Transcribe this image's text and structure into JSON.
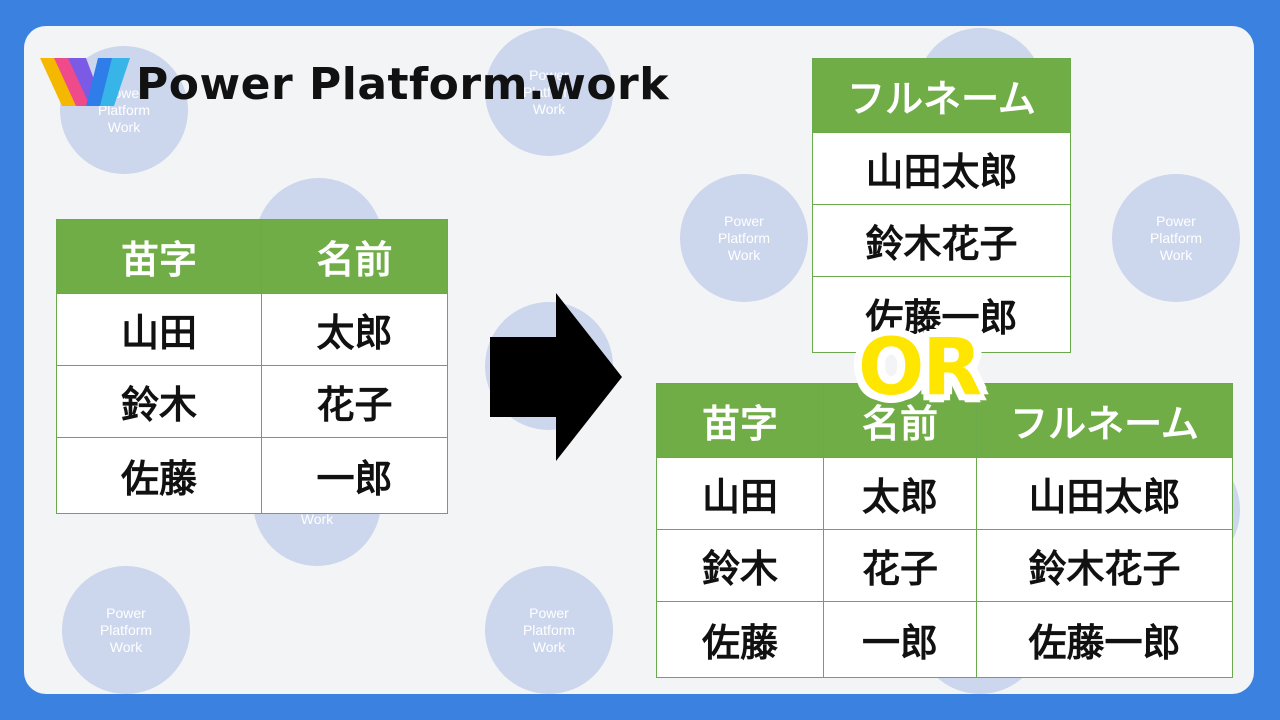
{
  "brand": {
    "title": "Power Platform.work"
  },
  "watermark": {
    "lines": [
      "Power",
      "Platform",
      "Work"
    ]
  },
  "left_table": {
    "headers": [
      "苗字",
      "名前"
    ],
    "rows": [
      [
        "山田",
        "太郎"
      ],
      [
        "鈴木",
        "花子"
      ],
      [
        "佐藤",
        "一郎"
      ]
    ]
  },
  "top_right_table": {
    "header": "フルネーム",
    "rows": [
      "山田太郎",
      "鈴木花子",
      "佐藤一郎"
    ]
  },
  "bottom_right_table": {
    "headers": [
      "苗字",
      "名前",
      "フルネーム"
    ],
    "rows": [
      [
        "山田",
        "太郎",
        "山田太郎"
      ],
      [
        "鈴木",
        "花子",
        "鈴木花子"
      ],
      [
        "佐藤",
        "一郎",
        "佐藤一郎"
      ]
    ]
  },
  "or_label": "OR",
  "colors": {
    "header_green": "#70ad47",
    "border_green": "#6aaa4c",
    "background_blue": "#3b82e0",
    "or_fill": "#ffe600",
    "or_stroke": "#e8141c"
  }
}
